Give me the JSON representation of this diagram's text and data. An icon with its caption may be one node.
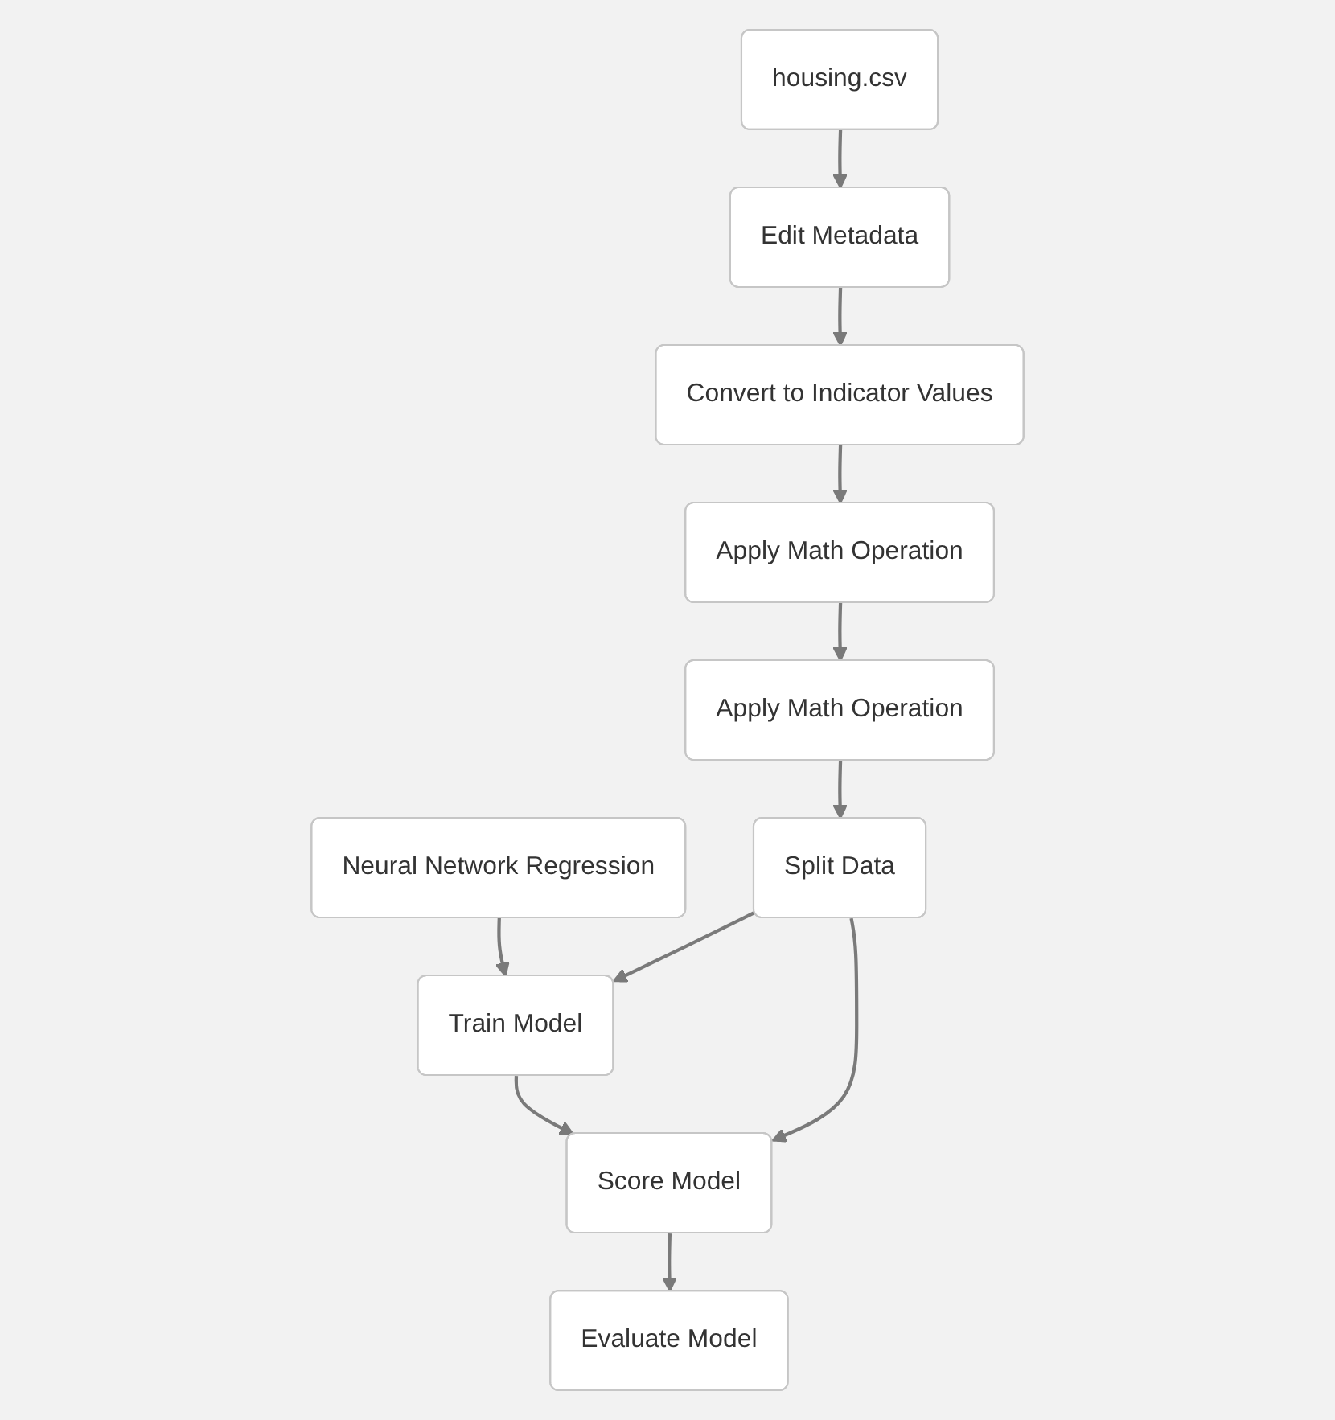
{
  "diagram": {
    "nodes": [
      {
        "text": [
          "housing.csv"
        ]
      },
      {
        "text": [
          "Edit Metadata"
        ]
      },
      {
        "text": [
          "Convert to Indicator Values"
        ]
      },
      {
        "text": [
          "Apply Math Operation"
        ]
      },
      {
        "text": [
          "Apply Math Operation"
        ]
      },
      {
        "text": [
          "Split Data"
        ]
      },
      {
        "text": [
          "Neural Network Regression"
        ]
      },
      {
        "text": [
          "Train Model"
        ]
      },
      {
        "text": [
          "Score Model"
        ]
      },
      {
        "text": [
          "Evaluate Model"
        ]
      }
    ],
    "edges": [
      {
        "from": 0,
        "to": 1,
        "arrow": "to"
      },
      {
        "from": 1,
        "to": 2,
        "arrow": "to"
      },
      {
        "from": 2,
        "to": 3,
        "arrow": "to"
      },
      {
        "from": 3,
        "to": 4,
        "arrow": "to"
      },
      {
        "from": 4,
        "to": 5,
        "arrow": "to"
      },
      {
        "from": 6,
        "to": 7,
        "arrow": "to"
      },
      {
        "from": 5,
        "to": 7,
        "arrow": "to"
      },
      {
        "from": 7,
        "to": 8,
        "arrow": "to"
      },
      {
        "from": 5,
        "to": 8,
        "arrow": "to"
      },
      {
        "from": 8,
        "to": 9,
        "arrow": "to"
      }
    ]
  }
}
